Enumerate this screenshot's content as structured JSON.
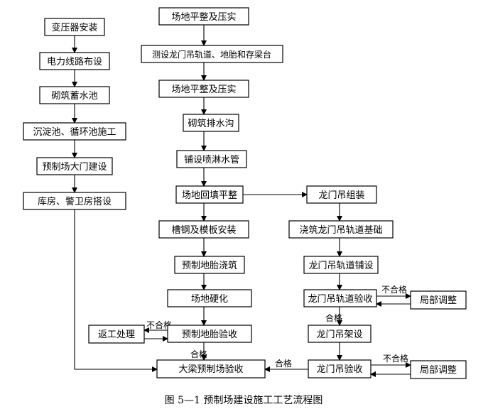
{
  "flowchart": {
    "left_column": {
      "transformer": "变压器安装",
      "power_line": "电力线路布设",
      "reservoir": "砌筑蓄水池",
      "sedimentation": "沉淀池、循环池施工",
      "gate": "预制场大门建设",
      "warehouse": "库房、警卫房搭设"
    },
    "main_column": {
      "level1": "场地平整及压实",
      "survey": "测设龙门吊轨道、地胎和存梁台",
      "level2": "场地平整及压实",
      "drain": "砌筑排水沟",
      "sprinkler": "铺设喷淋水管",
      "backfill": "场地回填平整",
      "steel_formwork": "槽钢及模板安装",
      "pour": "预制地胎浇筑",
      "harden": "场地硬化",
      "inspect": "预制地胎验收",
      "final": "大梁预制场验收"
    },
    "rework": "返工处理",
    "right_column": {
      "assemble": "龙门吊组装",
      "foundation": "浇筑龙门吊轨道基础",
      "laying": "龙门吊轨道铺设",
      "track_inspect": "龙门吊轨道验收",
      "adjust1": "局部调整",
      "erect": "龙门吊架设",
      "crane_inspect": "龙门吊验收",
      "adjust2": "局部调整"
    },
    "labels": {
      "fail": "不合格",
      "pass": "合格"
    },
    "caption": "图  5—1   预制场建设施工工艺流程图"
  }
}
